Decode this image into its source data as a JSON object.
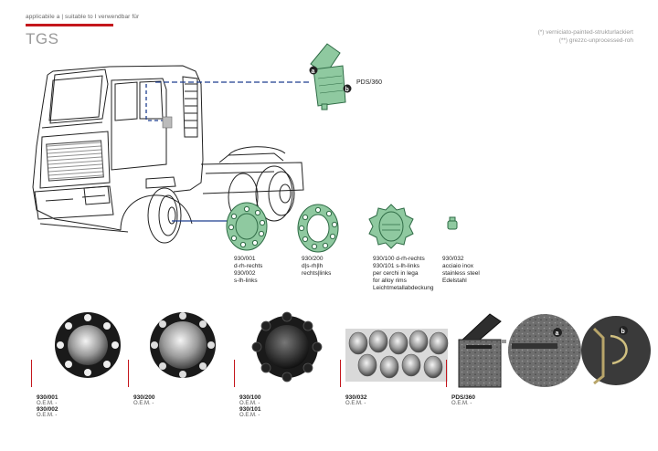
{
  "header": {
    "applicable": "applicabile a | suitable to I verwendbar für",
    "model": "TGS",
    "note_painted": "(*) verniciato-painted-strukturlackiert",
    "note_raw": "(**) grezzc-unprocessed-roh"
  },
  "diagram": {
    "box_label": "PDS/360",
    "callout_a": "a",
    "callout_b": "b",
    "parts": [
      {
        "code": "930/001",
        "lines": [
          "930/001",
          "d-rh-rechts",
          "930/002",
          "s-lh-links"
        ]
      },
      {
        "code": "930/200",
        "lines": [
          "930/200",
          "d|s-rh|lh",
          "rechts|links"
        ]
      },
      {
        "code": "930/100",
        "lines": [
          "930/100 d-rh-rechts",
          "930/101 s-lh-links",
          "per cerchi in lega",
          "for alloy rims",
          "Leichtmetallabdeckung"
        ]
      },
      {
        "code": "930/032",
        "lines": [
          "930/032",
          "acciaio inox",
          "stainless steel",
          "Edelstahl"
        ]
      }
    ]
  },
  "photos": [
    {
      "codes": [
        "930/001",
        "930/002"
      ],
      "oem": [
        "O.E.M. -",
        "O.E.M. -"
      ]
    },
    {
      "codes": [
        "930/200"
      ],
      "oem": [
        "O.E.M. -"
      ]
    },
    {
      "codes": [
        "930/100",
        "930/101"
      ],
      "oem": [
        "O.E.M. -",
        "O.E.M. -"
      ]
    },
    {
      "codes": [
        "930/032"
      ],
      "oem": [
        "O.E.M. -"
      ]
    },
    {
      "codes": [
        "PDS/360"
      ],
      "oem": [
        "O.E.M. -"
      ]
    }
  ],
  "colors": {
    "accent": "#c4161c",
    "part_green": "#8fc9a0",
    "part_stroke": "#2e6b45",
    "leader_blue": "#1f3f8f"
  }
}
